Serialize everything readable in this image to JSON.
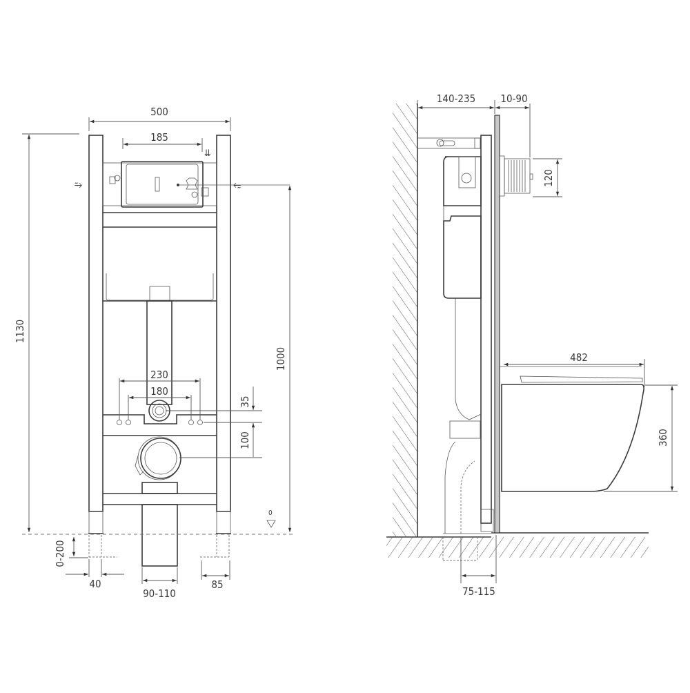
{
  "front_view": {
    "dimensions": {
      "frame_width": "500",
      "flush_plate_width": "185",
      "total_height": "1130",
      "drain_height": "1000",
      "bolt_outer_spacing": "230",
      "bolt_inner_spacing": "180",
      "inlet_offset": "35",
      "outlet_offset": "100",
      "leg_adjustment": "0-200",
      "leg_width": "40",
      "pipe_diameter": "90-110",
      "foot_width": "85"
    },
    "floor_level_marker": "0",
    "icons": [
      "water-inlet-left",
      "water-inlet-top",
      "water-inlet-right",
      "floor-level-triangle"
    ]
  },
  "side_view": {
    "dimensions": {
      "wall_to_panel_depth": "140-235",
      "panel_thickness": "10-90",
      "button_height": "120",
      "bowl_length": "482",
      "bowl_height": "360",
      "outlet_depth": "75-115"
    }
  },
  "colors": {
    "line": "#3a3a3a",
    "panel": "#c8c8c8",
    "background": "#ffffff"
  }
}
